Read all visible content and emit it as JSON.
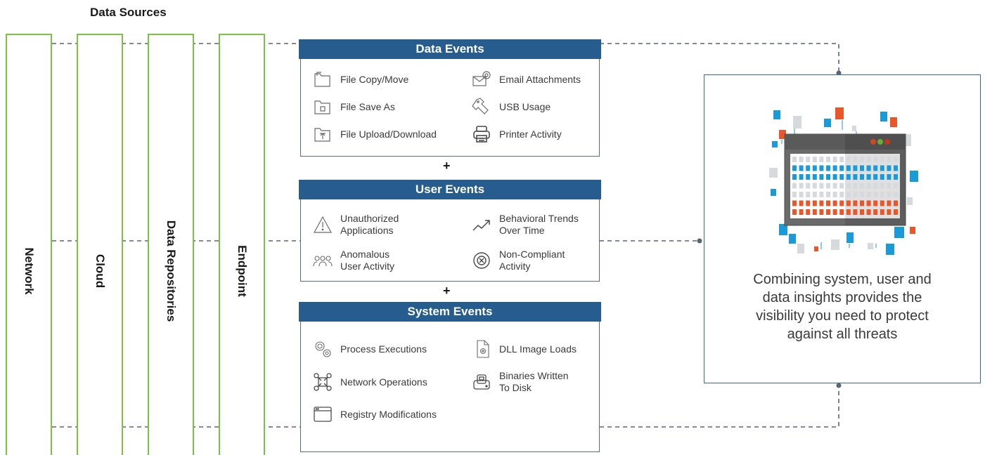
{
  "data_sources": {
    "title": "Data Sources",
    "columns": [
      "Network",
      "Cloud",
      "Data Repositories",
      "Endpoint"
    ]
  },
  "operators": {
    "plus": "+"
  },
  "data_events": {
    "title": "Data Events",
    "items": [
      {
        "label": "File Copy/Move",
        "icon": "folder-icon"
      },
      {
        "label": "Email Attachments",
        "icon": "email-attachment-icon"
      },
      {
        "label": "File Save As",
        "icon": "file-save-icon"
      },
      {
        "label": "USB Usage",
        "icon": "usb-icon"
      },
      {
        "label": "File Upload/Download",
        "icon": "file-upload-icon"
      },
      {
        "label": "Printer Activity",
        "icon": "printer-icon"
      }
    ]
  },
  "user_events": {
    "title": "User Events",
    "items": [
      {
        "line1": "Unauthorized",
        "line2": "Applications",
        "icon": "warning-icon"
      },
      {
        "line1": "Behavioral Trends",
        "line2": "Over Time",
        "icon": "trend-icon"
      },
      {
        "line1": "Anomalous",
        "line2": "User Activity",
        "icon": "users-icon"
      },
      {
        "line1": "Non-Compliant",
        "line2": "Activity",
        "icon": "x-circle-icon"
      }
    ]
  },
  "system_events": {
    "title": "System Events",
    "items": [
      {
        "line1": "Process Executions",
        "line2": "",
        "icon": "gears-icon"
      },
      {
        "line1": "DLL Image Loads",
        "line2": "",
        "icon": "dll-file-icon"
      },
      {
        "line1": "Network Operations",
        "line2": "",
        "icon": "network-icon"
      },
      {
        "line1": "Binaries Written",
        "line2": "To Disk",
        "icon": "disk-icon"
      },
      {
        "line1": "Registry Modifications",
        "line2": "",
        "icon": "window-icon"
      }
    ]
  },
  "insight_panel": {
    "lines": [
      "Combining system, user and",
      "data insights provides the",
      "visibility you need to protect",
      "against all threats"
    ],
    "icon": "dashboard-illustration-icon"
  },
  "colors": {
    "header_blue": "#265d8e",
    "source_green": "#7cc242",
    "accent_orange": "#e8562a",
    "accent_blue": "#1a9ad6",
    "connector_gray": "#5a6472"
  }
}
